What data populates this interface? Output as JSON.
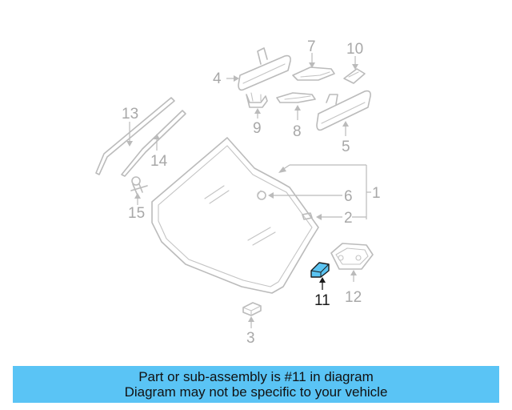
{
  "callouts": {
    "c1": "1",
    "c2": "2",
    "c3": "3",
    "c4": "4",
    "c5": "5",
    "c6": "6",
    "c7": "7",
    "c8": "8",
    "c9": "9",
    "c10": "10",
    "c11": "11",
    "c12": "12",
    "c13": "13",
    "c14": "14",
    "c15": "15"
  },
  "highlighted_part": "11",
  "highlight_color": "#5bc4f2",
  "notice": {
    "line1": "Part or sub-assembly is #11 in diagram",
    "line2": "Diagram may not be specific to your vehicle",
    "background": "#5ac4f5"
  }
}
